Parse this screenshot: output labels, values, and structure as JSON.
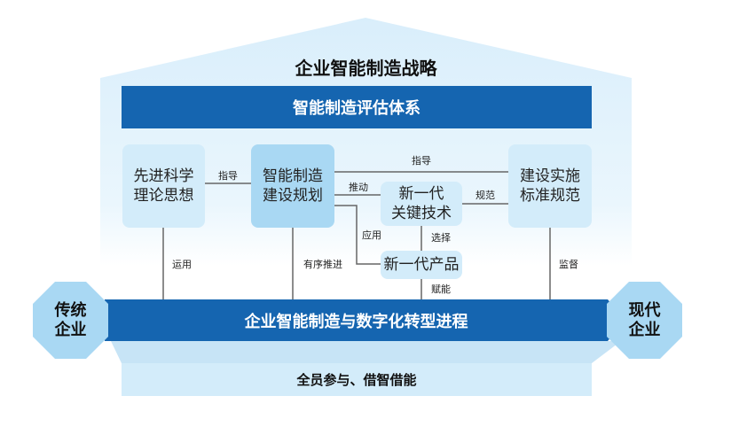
{
  "title": "企业智能制造战略",
  "eval_bar": "智能制造评估体系",
  "boxes": {
    "theory": [
      "先进科学",
      "理论思想"
    ],
    "planning": [
      "智能制造",
      "建设规划"
    ],
    "tech": [
      "新一代",
      "关键技术"
    ],
    "product": "新一代产品",
    "standard": [
      "建设实施",
      "标准规范"
    ]
  },
  "labels": {
    "guide1": "指导",
    "guide2": "指导",
    "drive": "推动",
    "norm": "规范",
    "apply": "应用",
    "select": "选择",
    "use": "运用",
    "advance": "有序推进",
    "empower": "赋能",
    "supervise": "监督"
  },
  "process": "企业智能制造与数字化转型进程",
  "left_octagon": [
    "传统",
    "企业"
  ],
  "right_octagon": [
    "现代",
    "企业"
  ],
  "foundation": "全员参与、借智借能",
  "colors": {
    "dark": "#1565b0",
    "light": "#d3ecfa",
    "mid": "#a9d8f3"
  }
}
